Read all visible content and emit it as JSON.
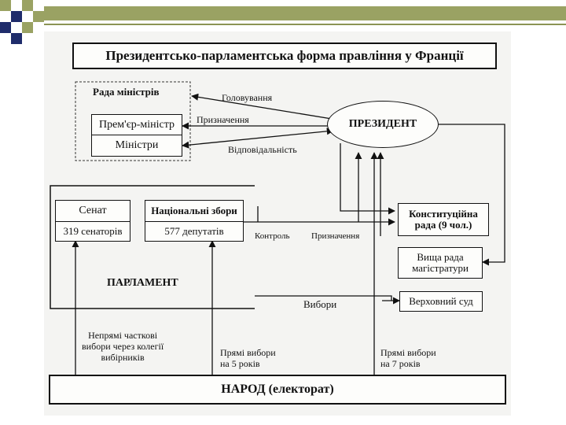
{
  "title": "Президентсько-парламентська форма правління у Франції",
  "nodes": {
    "council_of_ministers": "Рада міністрів",
    "prime_minister": "Прем'єр-міністр",
    "ministers": "Міністри",
    "president": "ПРЕЗИДЕНТ",
    "senate": "Сенат",
    "senate_count": "319 сенаторів",
    "national_assembly": "Національні збори",
    "assembly_count": "577 депутатів",
    "parliament": "ПАРЛАМЕНТ",
    "constitutional_council_1": "Конституційна",
    "constitutional_council_2": "рада (9 чол.)",
    "magistracy_1": "Вища рада",
    "magistracy_2": "магістратури",
    "supreme_court": "Верховний суд",
    "people": "НАРОД (електорат)"
  },
  "edges": {
    "chairing": "Головування",
    "appointment_top": "Призначення",
    "responsibility": "Відповідальність",
    "control": "Контроль",
    "appointment_mid": "Призначення",
    "elections": "Вибори",
    "indirect_1": "Непрямі часткові",
    "indirect_2": "вибори через колегії",
    "indirect_3": "вибірників",
    "direct5_1": "Прямі вибори",
    "direct5_2": "на 5 років",
    "direct7_1": "Прямі вибори",
    "direct7_2": "на 7 років"
  },
  "colors": {
    "deco_olive": "#9aa263",
    "deco_navy": "#1f2c6b",
    "deco_line": "#8b9454"
  }
}
